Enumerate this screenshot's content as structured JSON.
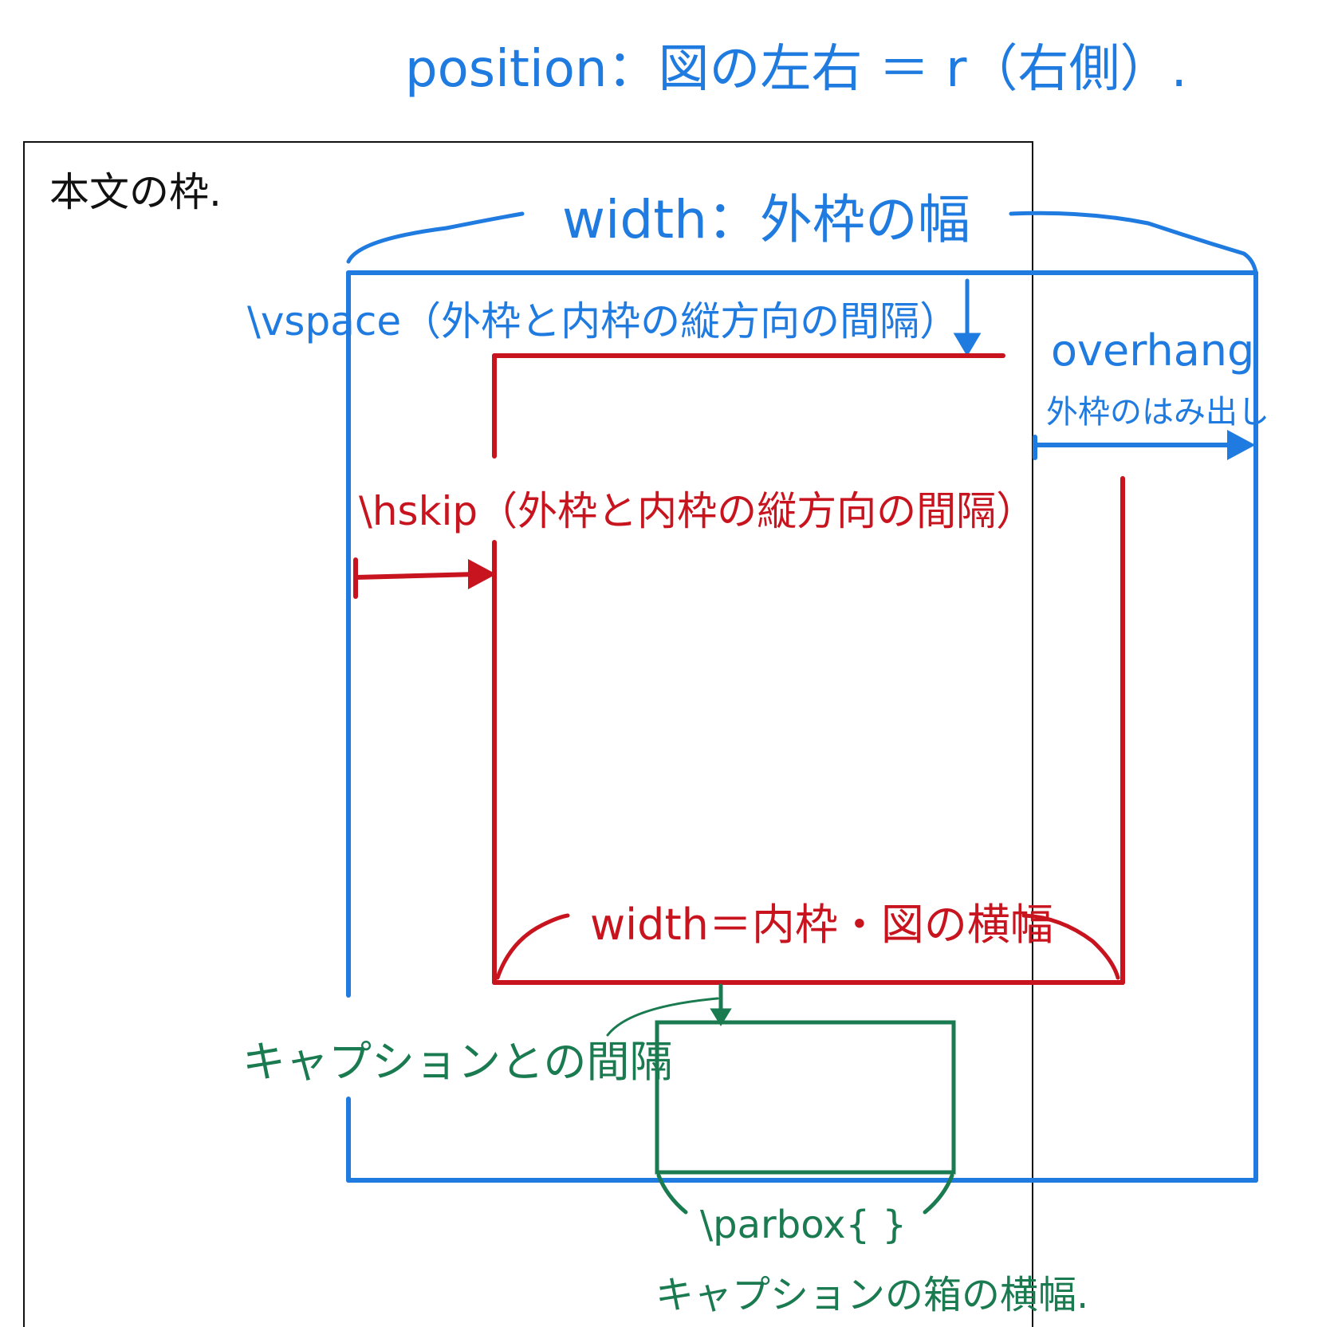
{
  "labels": {
    "position": "position：図の左右 ＝ r（右側）.",
    "page_frame": "本文の枠.",
    "outer_width": "width：外枠の幅",
    "vspace": "\\vspace（外枠と内枠の縦方向の間隔）",
    "overhang": "overhang",
    "overhang_desc": "外枠のはみ出し",
    "hskip": "\\hskip（外枠と内枠の縦方向の間隔）",
    "inner_width": "width＝内枠・図の横幅",
    "caption_gap": "キャプションとの間隔",
    "parbox": "\\parbox{ }",
    "parbox_desc": "キャプションの箱の横幅."
  },
  "colors": {
    "ink": "#111111",
    "outer": "#1f7be0",
    "inner": "#c8141e",
    "caption": "#1a7a50"
  }
}
